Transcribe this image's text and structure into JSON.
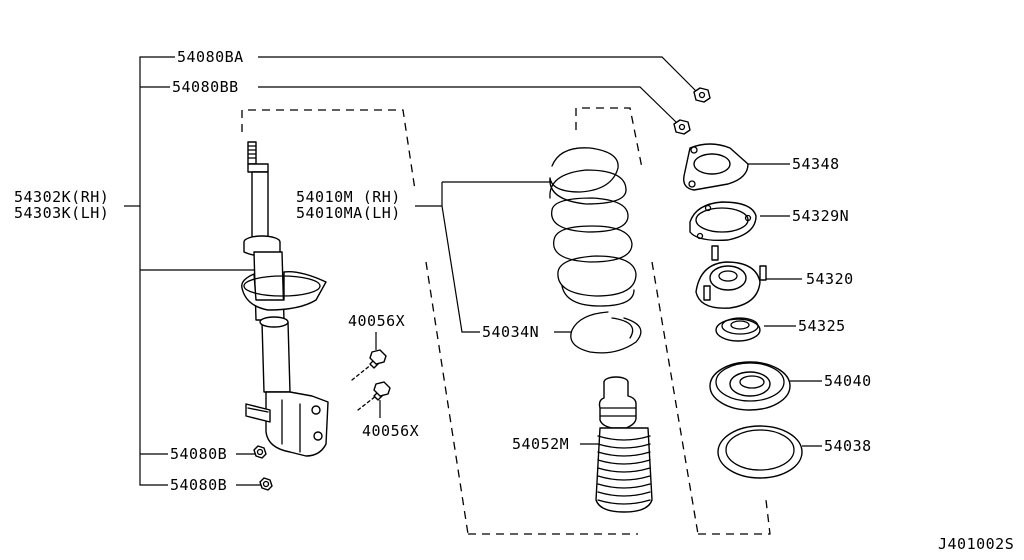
{
  "labels": {
    "p54080BA": "54080BA",
    "p54080BB": "54080BB",
    "p54302K": "54302K(RH)",
    "p54303K": "54303K(LH)",
    "p54010M": "54010M (RH)",
    "p54010MA": "54010MA(LH)",
    "p54034N": "54034N",
    "p54052M": "54052M",
    "p40056X_top": "40056X",
    "p40056X_bottom": "40056X",
    "p54080B_top": "54080B",
    "p54080B_bottom": "54080B",
    "p54348": "54348",
    "p54329N": "54329N",
    "p54320": "54320",
    "p54325": "54325",
    "p54040": "54040",
    "p54038": "54038"
  },
  "diagram_id": "J401002S"
}
